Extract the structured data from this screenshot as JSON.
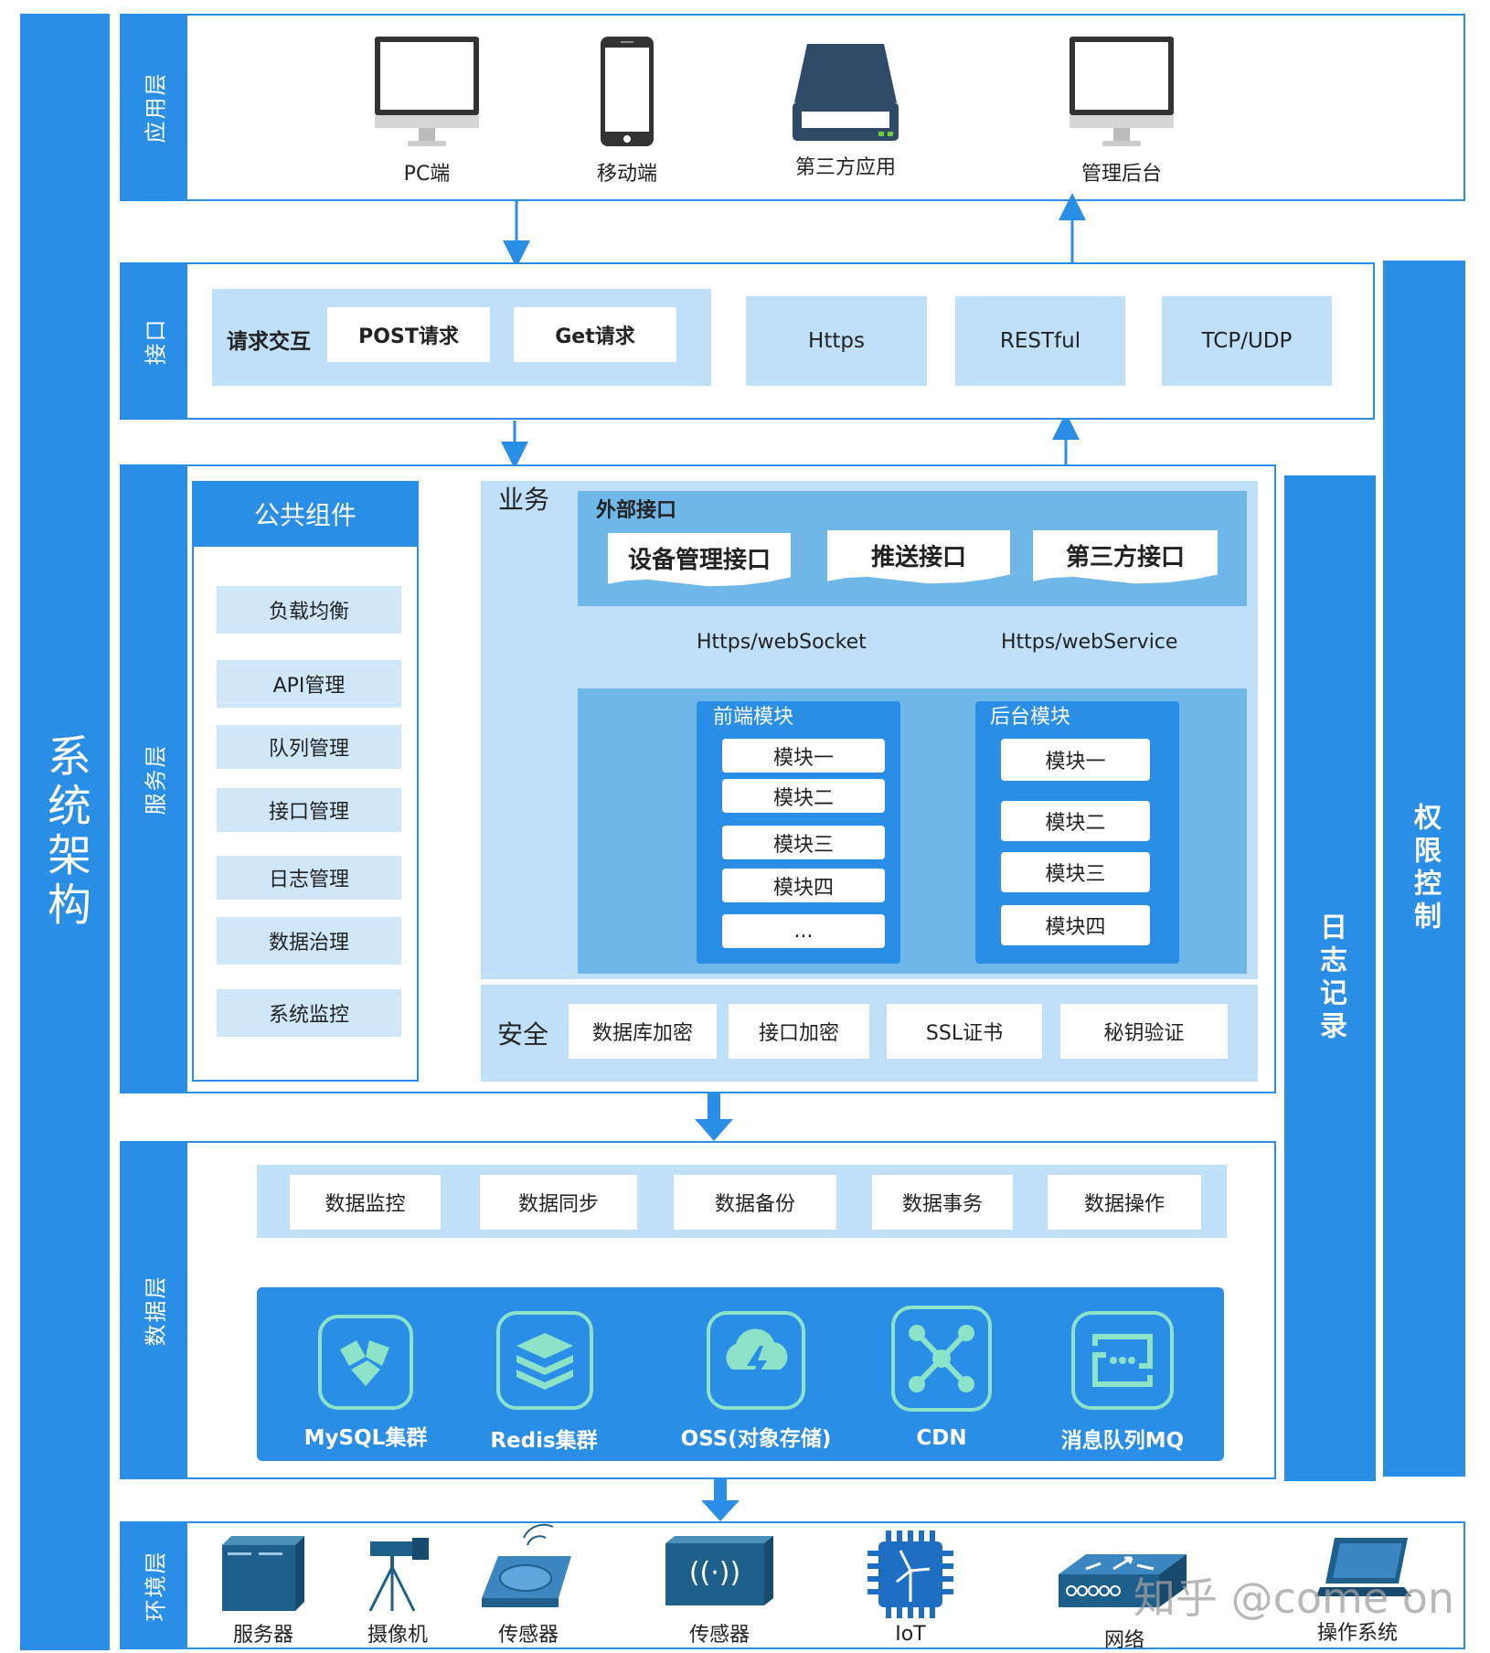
{
  "left_bar": {
    "label": "系统架构"
  },
  "right_bars": {
    "log": "日志记录",
    "auth": "权限控制"
  },
  "layers": {
    "application": {
      "label": "应用层",
      "items": [
        {
          "icon": "monitor-icon",
          "label": "PC端"
        },
        {
          "icon": "phone-icon",
          "label": "移动端"
        },
        {
          "icon": "scanner-icon",
          "label": "第三方应用"
        },
        {
          "icon": "monitor-icon",
          "label": "管理后台"
        }
      ]
    },
    "interface": {
      "label": "接口",
      "request_group": {
        "title": "请求交互",
        "items": [
          "POST请求",
          "Get请求"
        ]
      },
      "protocols": [
        "Https",
        "RESTful",
        "TCP/UDP"
      ]
    },
    "service": {
      "label": "服务层",
      "common": {
        "title": "公共组件",
        "items": [
          "负载均衡",
          "API管理",
          "队列管理",
          "接口管理",
          "日志管理",
          "数据治理",
          "系统监控"
        ]
      },
      "business": {
        "title": "业务",
        "external": {
          "title": "外部接口",
          "items": [
            "设备管理接口",
            "推送接口",
            "第三方接口"
          ]
        },
        "protocol_left": "Https/webSocket",
        "protocol_right": "Https/webService",
        "frontend": {
          "title": "前端模块",
          "items": [
            "模块一",
            "模块二",
            "模块三",
            "模块四",
            "..."
          ]
        },
        "backend": {
          "title": "后台模块",
          "items": [
            "模块一",
            "模块二",
            "模块三",
            "模块四"
          ]
        }
      },
      "security": {
        "title": "安全",
        "items": [
          "数据库加密",
          "接口加密",
          "SSL证书",
          "秘钥验证"
        ]
      }
    },
    "data": {
      "label": "数据层",
      "ops": [
        "数据监控",
        "数据同步",
        "数据备份",
        "数据事务",
        "数据操作"
      ],
      "stores": [
        {
          "icon": "mysql-icon",
          "label": "MySQL集群"
        },
        {
          "icon": "redis-icon",
          "label": "Redis集群"
        },
        {
          "icon": "oss-icon",
          "label": "OSS(对象存储)"
        },
        {
          "icon": "cdn-icon",
          "label": "CDN"
        },
        {
          "icon": "mq-icon",
          "label": "消息队列MQ"
        }
      ]
    },
    "environment": {
      "label": "环境层",
      "items": [
        {
          "icon": "server-icon",
          "label": "服务器"
        },
        {
          "icon": "camera-icon",
          "label": "摄像机"
        },
        {
          "icon": "sensor-icon",
          "label": "传感器"
        },
        {
          "icon": "sensor-wave-icon",
          "label": "传感器"
        },
        {
          "icon": "iot-chip-icon",
          "label": "IoT"
        },
        {
          "icon": "network-switch-icon",
          "label": "网络"
        },
        {
          "icon": "laptop-icon",
          "label": "操作系统"
        }
      ]
    }
  },
  "watermark": "知乎 @come on"
}
